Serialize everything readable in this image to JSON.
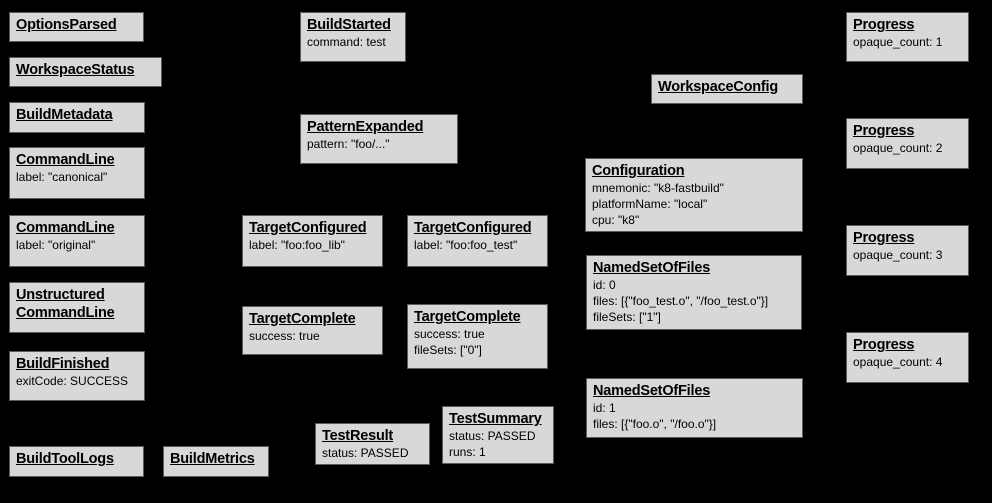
{
  "diagram": {
    "description": "Build event protocol graph",
    "colors": {
      "background": "#000000",
      "node_fill": "#d8d8d8",
      "node_border": "#5b5b5b",
      "text": "#000000"
    }
  },
  "nodes": [
    {
      "id": "options-parsed",
      "title": "OptionsParsed",
      "lines": []
    },
    {
      "id": "workspace-status",
      "title": "WorkspaceStatus",
      "lines": []
    },
    {
      "id": "build-metadata",
      "title": "BuildMetadata",
      "lines": []
    },
    {
      "id": "command-line-canonical",
      "title": "CommandLine",
      "lines": [
        "label: \"canonical\""
      ]
    },
    {
      "id": "command-line-original",
      "title": "CommandLine",
      "lines": [
        "label: \"original\""
      ]
    },
    {
      "id": "unstructured-command-line",
      "title": "Unstructured CommandLine",
      "lines": []
    },
    {
      "id": "build-finished",
      "title": "BuildFinished",
      "lines": [
        "exitCode: SUCCESS"
      ]
    },
    {
      "id": "build-tool-logs",
      "title": "BuildToolLogs",
      "lines": []
    },
    {
      "id": "build-metrics",
      "title": "BuildMetrics",
      "lines": []
    },
    {
      "id": "build-started",
      "title": "BuildStarted",
      "lines": [
        "command: test"
      ]
    },
    {
      "id": "pattern-expanded",
      "title": "PatternExpanded",
      "lines": [
        "pattern: \"foo/...\""
      ]
    },
    {
      "id": "target-configured-lib",
      "title": "TargetConfigured",
      "lines": [
        "label: \"foo:foo_lib\""
      ]
    },
    {
      "id": "target-configured-test",
      "title": "TargetConfigured",
      "lines": [
        "label: \"foo:foo_test\""
      ]
    },
    {
      "id": "target-complete-lib",
      "title": "TargetComplete",
      "lines": [
        "success: true"
      ]
    },
    {
      "id": "target-complete-test",
      "title": "TargetComplete",
      "lines": [
        "success: true",
        "fileSets: [\"0\"]"
      ]
    },
    {
      "id": "test-result",
      "title": "TestResult",
      "lines": [
        "status: PASSED"
      ]
    },
    {
      "id": "test-summary",
      "title": "TestSummary",
      "lines": [
        "status: PASSED",
        "runs: 1"
      ]
    },
    {
      "id": "workspace-config",
      "title": "WorkspaceConfig",
      "lines": []
    },
    {
      "id": "configuration",
      "title": "Configuration",
      "lines": [
        "mnemonic: \"k8-fastbuild\"",
        "platformName: \"local\"",
        "cpu: \"k8\""
      ]
    },
    {
      "id": "named-set-of-files-0",
      "title": "NamedSetOfFiles",
      "lines": [
        "id: 0",
        "files: [{\"foo_test.o\", \"/foo_test.o\"}]",
        "fileSets: [\"1\"]"
      ]
    },
    {
      "id": "named-set-of-files-1",
      "title": "NamedSetOfFiles",
      "lines": [
        "id: 1",
        "files: [{\"foo.o\", \"/foo.o\"}]"
      ]
    },
    {
      "id": "progress-1",
      "title": "Progress",
      "lines": [
        "opaque_count: 1"
      ]
    },
    {
      "id": "progress-2",
      "title": "Progress",
      "lines": [
        "opaque_count: 2"
      ]
    },
    {
      "id": "progress-3",
      "title": "Progress",
      "lines": [
        "opaque_count: 3"
      ]
    },
    {
      "id": "progress-4",
      "title": "Progress",
      "lines": [
        "opaque_count: 4"
      ]
    }
  ]
}
